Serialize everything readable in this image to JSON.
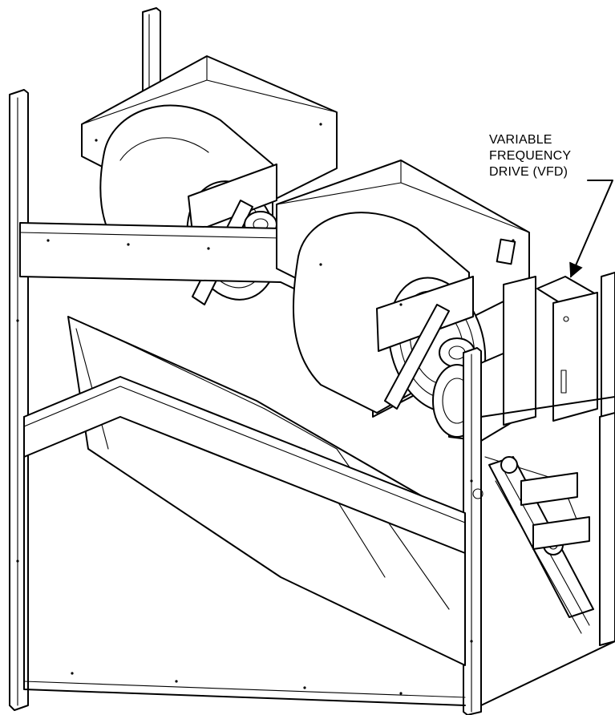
{
  "callout": {
    "lines": [
      "VARIABLE",
      "FREQUENCY",
      "DRIVE (VFD)"
    ]
  }
}
